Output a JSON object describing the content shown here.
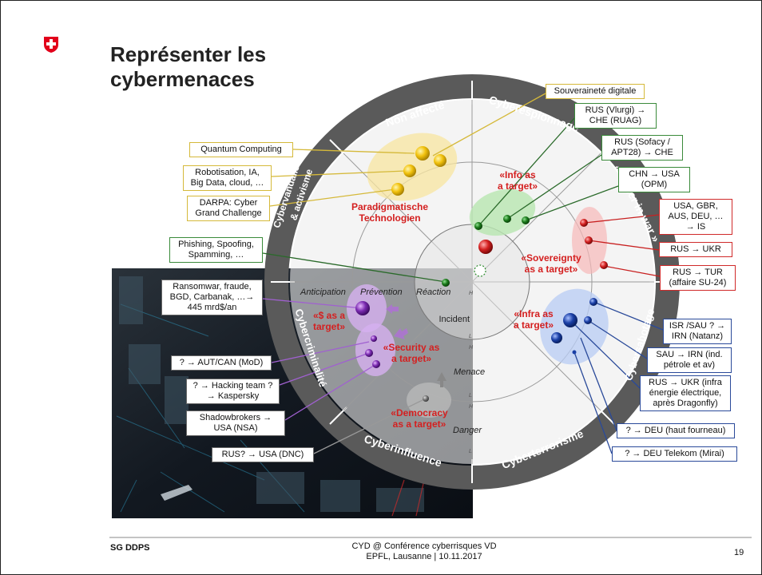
{
  "title": [
    "Représenter les",
    "cybermenaces"
  ],
  "footer": {
    "left": "SG DDPS",
    "center_line1": "CYD @ Conférence cyberrisques VD",
    "center_line2": "EPFL, Lausanne | 10.11.2017",
    "page": "19"
  },
  "colors": {
    "red": "#d42020",
    "green": "#1a6e1a",
    "blue": "#1a3fa6",
    "yellow": "#f2c20d",
    "ring": "#5a5a5a"
  },
  "ring_labels": {
    "non_affecte": "Non affecté",
    "cyberespionnage": "Cyberespionnage",
    "cyber_in_war": "« Cyber in war »",
    "cybervandalisme_1": "Cybervandalisme",
    "cybervandalisme_2": "& activisme",
    "cybercriminalite": "Cybercriminalité",
    "cybersabotage": "Cybersabotage",
    "cyberinfluence": "Cyberinfluence",
    "cyberterrorisme": "Cyberterrorisme"
  },
  "inner": {
    "anticipation": "Anticipation",
    "prevention": "Prévention",
    "reaction": "Réaction",
    "incident": "Incident",
    "menace": "Menace",
    "danger": "Danger",
    "axis_h": "H",
    "axis_l": "L"
  },
  "targets": {
    "paradigm_1": "Paradigmatische",
    "paradigm_2": "Technologien",
    "info_1": "«Info as",
    "info_2": "a target»",
    "sov_1": "«Sovereignty",
    "sov_2": "as a target»",
    "infra_1": "«Infra as",
    "infra_2": "a target»",
    "money_1": "«$ as a",
    "money_2": "target»",
    "security_1": "«Security as",
    "security_2": "a target»",
    "democracy_1": "«Democracy",
    "democracy_2": "as a target»"
  },
  "boxes": {
    "souverainete": "Souveraineté digitale",
    "quantum": "Quantum Computing",
    "robot": "Robotisation, IA, Big Data, cloud, …",
    "darpa": "DARPA: Cyber Grand Challenge",
    "phishing": "Phishing, Spoofing, Spamming, …",
    "rus_vlurgi": "RUS (Vlurgi) → CHE (RUAG)",
    "rus_sofacy": "RUS (Sofacy / APT28) → CHE",
    "chn_usa": "CHN → USA (OPM)",
    "usa_gbr": "USA, GBR, AUS, DEU, … → IS",
    "rus_ukr": "RUS → UKR",
    "rus_tur": "RUS → TUR (affaire SU-24)",
    "isr_sau": "ISR /SAU ? → IRN (Natanz)",
    "sau_irn": "SAU → IRN (ind. pétrole et av)",
    "rus_ukr_infra": "RUS → UKR (infra énergie électrique, après Dragonfly)",
    "deu_haut": "? → DEU (haut fourneau)",
    "deu_telekom": "? → DEU Telekom (Mirai)",
    "ransomware": "Ransomwar, fraude, BGD, Carbanak, …→ 445 mrd$/an",
    "aut_can": "? → AUT/CAN (MoD)",
    "hacking": "? → Hacking team ? → Kaspersky",
    "shadow": "Shadowbrokers → USA (NSA)",
    "rus_usa": "RUS? → USA (DNC)"
  },
  "logo_icon": "swiss-cross-shield-icon"
}
